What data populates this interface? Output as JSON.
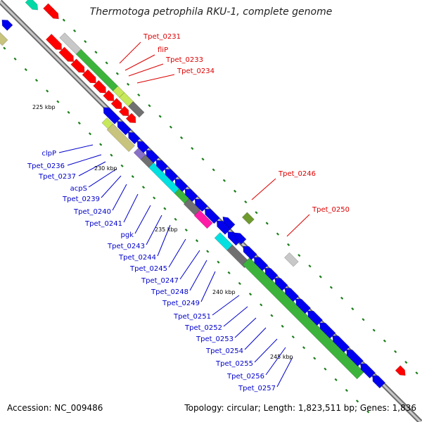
{
  "header": {
    "title": "Thermotoga petrophila RKU-1, complete genome"
  },
  "footer": {
    "accession": "Accession: NC_009486",
    "summary": "Topology: circular; Length: 1,823,511 bp; Genes: 1,836"
  },
  "colors": {
    "backbone": "#8c8c8c",
    "forward_label": "#dd0000",
    "reverse_label": "#0000cc",
    "tick": "#1a7f1a",
    "red": "#ff0000",
    "blue": "#0000ee",
    "green": "#3cb43c",
    "lightgreen": "#c6e85a",
    "teal": "#00d9a6",
    "gray": "#c8c8c8",
    "darkgray": "#707070",
    "khaki": "#c8c37d",
    "cyan": "#00e0e0",
    "pink": "#ff1aa8",
    "purple": "#8870c8",
    "olive": "#6e9a2e"
  },
  "scale_labels": [
    "225 kbp",
    "230 kbp",
    "235 kbp",
    "240 kbp",
    "245 kbp"
  ],
  "forward_genes": [
    "Tpet_0231",
    "fliP",
    "Tpet_0233",
    "Tpet_0234",
    "Tpet_0246",
    "Tpet_0250"
  ],
  "reverse_genes": [
    "clpP",
    "Tpet_0236",
    "Tpet_0237",
    "acpS",
    "Tpet_0239",
    "Tpet_0240",
    "Tpet_0241",
    "pgk",
    "Tpet_0243",
    "Tpet_0244",
    "Tpet_0245",
    "Tpet_0247",
    "Tpet_0248",
    "Tpet_0249",
    "Tpet_0251",
    "Tpet_0252",
    "Tpet_0253",
    "Tpet_0254",
    "Tpet_0255",
    "Tpet_0256",
    "Tpet_0257"
  ]
}
